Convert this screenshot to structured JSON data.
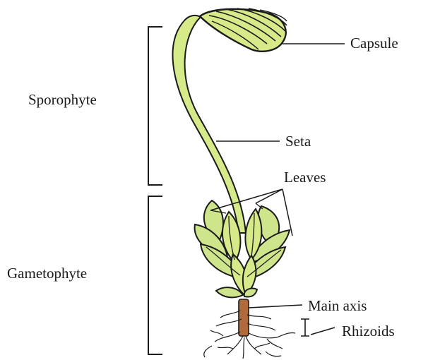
{
  "labels": {
    "sporophyte": "Sporophyte",
    "gametophyte": "Gametophyte",
    "capsule": "Capsule",
    "seta": "Seta",
    "leaves": "Leaves",
    "main_axis": "Main axis",
    "rhizoids": "Rhizoids"
  },
  "colors": {
    "plant_fill": "#d6ea8a",
    "leaf_fill": "#cfe58c",
    "leaf_shadow": "#b7d369",
    "outline": "#1b1b1b",
    "axis_fill": "#b06a3b"
  }
}
